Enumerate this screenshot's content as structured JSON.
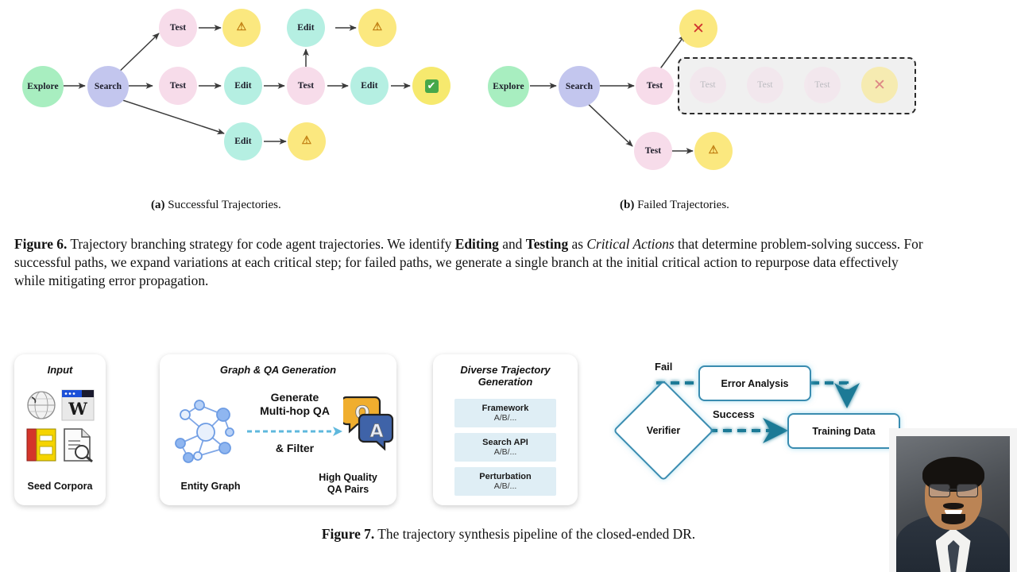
{
  "figure6": {
    "panel_a": {
      "subcaption_prefix": "(a)",
      "subcaption_text": "Successful Trajectories.",
      "nodes": [
        {
          "id": "a-explore",
          "label": "Explore",
          "kind": "explore"
        },
        {
          "id": "a-search",
          "label": "Search",
          "kind": "search"
        },
        {
          "id": "a-test-up",
          "label": "Test",
          "kind": "test"
        },
        {
          "id": "a-warn-up",
          "label": "⚠",
          "kind": "warn"
        },
        {
          "id": "a-test-main",
          "label": "Test",
          "kind": "test"
        },
        {
          "id": "a-edit-main",
          "label": "Edit",
          "kind": "edit"
        },
        {
          "id": "a-test-2",
          "label": "Test",
          "kind": "test"
        },
        {
          "id": "a-edit-2",
          "label": "Edit",
          "kind": "edit"
        },
        {
          "id": "a-check",
          "label": "✔",
          "kind": "check"
        },
        {
          "id": "a-edit-br",
          "label": "Edit",
          "kind": "edit"
        },
        {
          "id": "a-warn-br",
          "label": "⚠",
          "kind": "warn"
        },
        {
          "id": "a-edit-dn",
          "label": "Edit",
          "kind": "edit"
        },
        {
          "id": "a-warn-dn",
          "label": "⚠",
          "kind": "warn"
        }
      ]
    },
    "panel_b": {
      "subcaption_prefix": "(b)",
      "subcaption_text": "Failed Trajectories.",
      "nodes": [
        {
          "id": "b-explore",
          "label": "Explore",
          "kind": "explore"
        },
        {
          "id": "b-search",
          "label": "Search",
          "kind": "search"
        },
        {
          "id": "b-cross-up",
          "label": "✕",
          "kind": "cross"
        },
        {
          "id": "b-test-main",
          "label": "Test",
          "kind": "test"
        },
        {
          "id": "b-test-dn",
          "label": "Test",
          "kind": "test"
        },
        {
          "id": "b-warn-dn",
          "label": "⚠",
          "kind": "warn"
        }
      ],
      "faded_chain": [
        {
          "id": "b-f1",
          "label": "Test",
          "kind": "test"
        },
        {
          "id": "b-f2",
          "label": "Test",
          "kind": "test"
        },
        {
          "id": "b-f3",
          "label": "Test",
          "kind": "test"
        },
        {
          "id": "b-f4",
          "label": "✕",
          "kind": "cross"
        }
      ]
    },
    "caption": {
      "label": "Figure 6.",
      "line1_a": " Trajectory branching strategy for code agent trajectories. We identify ",
      "bold1": "Editing",
      "line1_b": " and ",
      "bold2": "Testing",
      "line1_c": " as ",
      "italic1": "Critical Actions",
      "rest": " that determine problem-solving success. For successful paths, we expand variations at each critical step; for failed paths, we generate a single branch at the initial critical action to repurpose data effectively while mitigating error propagation."
    }
  },
  "figure7": {
    "input_card": {
      "title": "Input",
      "footer": "Seed Corpora",
      "icons": [
        "globe-icon",
        "wikipedia-icon",
        "book-icon",
        "document-search-icon"
      ]
    },
    "graph_card": {
      "title": "Graph & QA Generation",
      "mid_label_top": "Generate\nMulti-hop QA",
      "mid_label_line1": "Generate",
      "mid_label_line2": "Multi-hop QA",
      "mid_label_bottom": "& Filter",
      "left_footer": "Entity Graph",
      "right_footer_line1": "High Quality",
      "right_footer_line2": "QA Pairs",
      "qa_bubble_q": "Q",
      "qa_bubble_a": "A"
    },
    "trajectory_card": {
      "title_line1": "Diverse Trajectory",
      "title_line2": "Generation",
      "chips": [
        {
          "name": "Framework",
          "value": "A/B/..."
        },
        {
          "name": "Search API",
          "value": "A/B/..."
        },
        {
          "name": "Perturbation",
          "value": "A/B/..."
        }
      ]
    },
    "verifier": {
      "label": "Verifier",
      "fail_label": "Fail",
      "success_label": "Success",
      "error_analysis_label": "Error Analysis",
      "training_data_label": "Training Data"
    },
    "caption": {
      "label": "Figure 7.",
      "text": " The trajectory synthesis pipeline of the closed-ended DR."
    }
  },
  "colors": {
    "explore": "#a8eec0",
    "search": "#c3c6ee",
    "test": "#f7dcea",
    "edit": "#b5efe2",
    "warn": "#fbe87f",
    "check_box": "#47a84a",
    "cross": "#d1342f",
    "pipeline_arrow": "#1d7a96",
    "flow_border": "#3a8cb0",
    "chip_bg": "#dfeef5"
  },
  "webcam": {
    "name": "presenter-webcam"
  }
}
